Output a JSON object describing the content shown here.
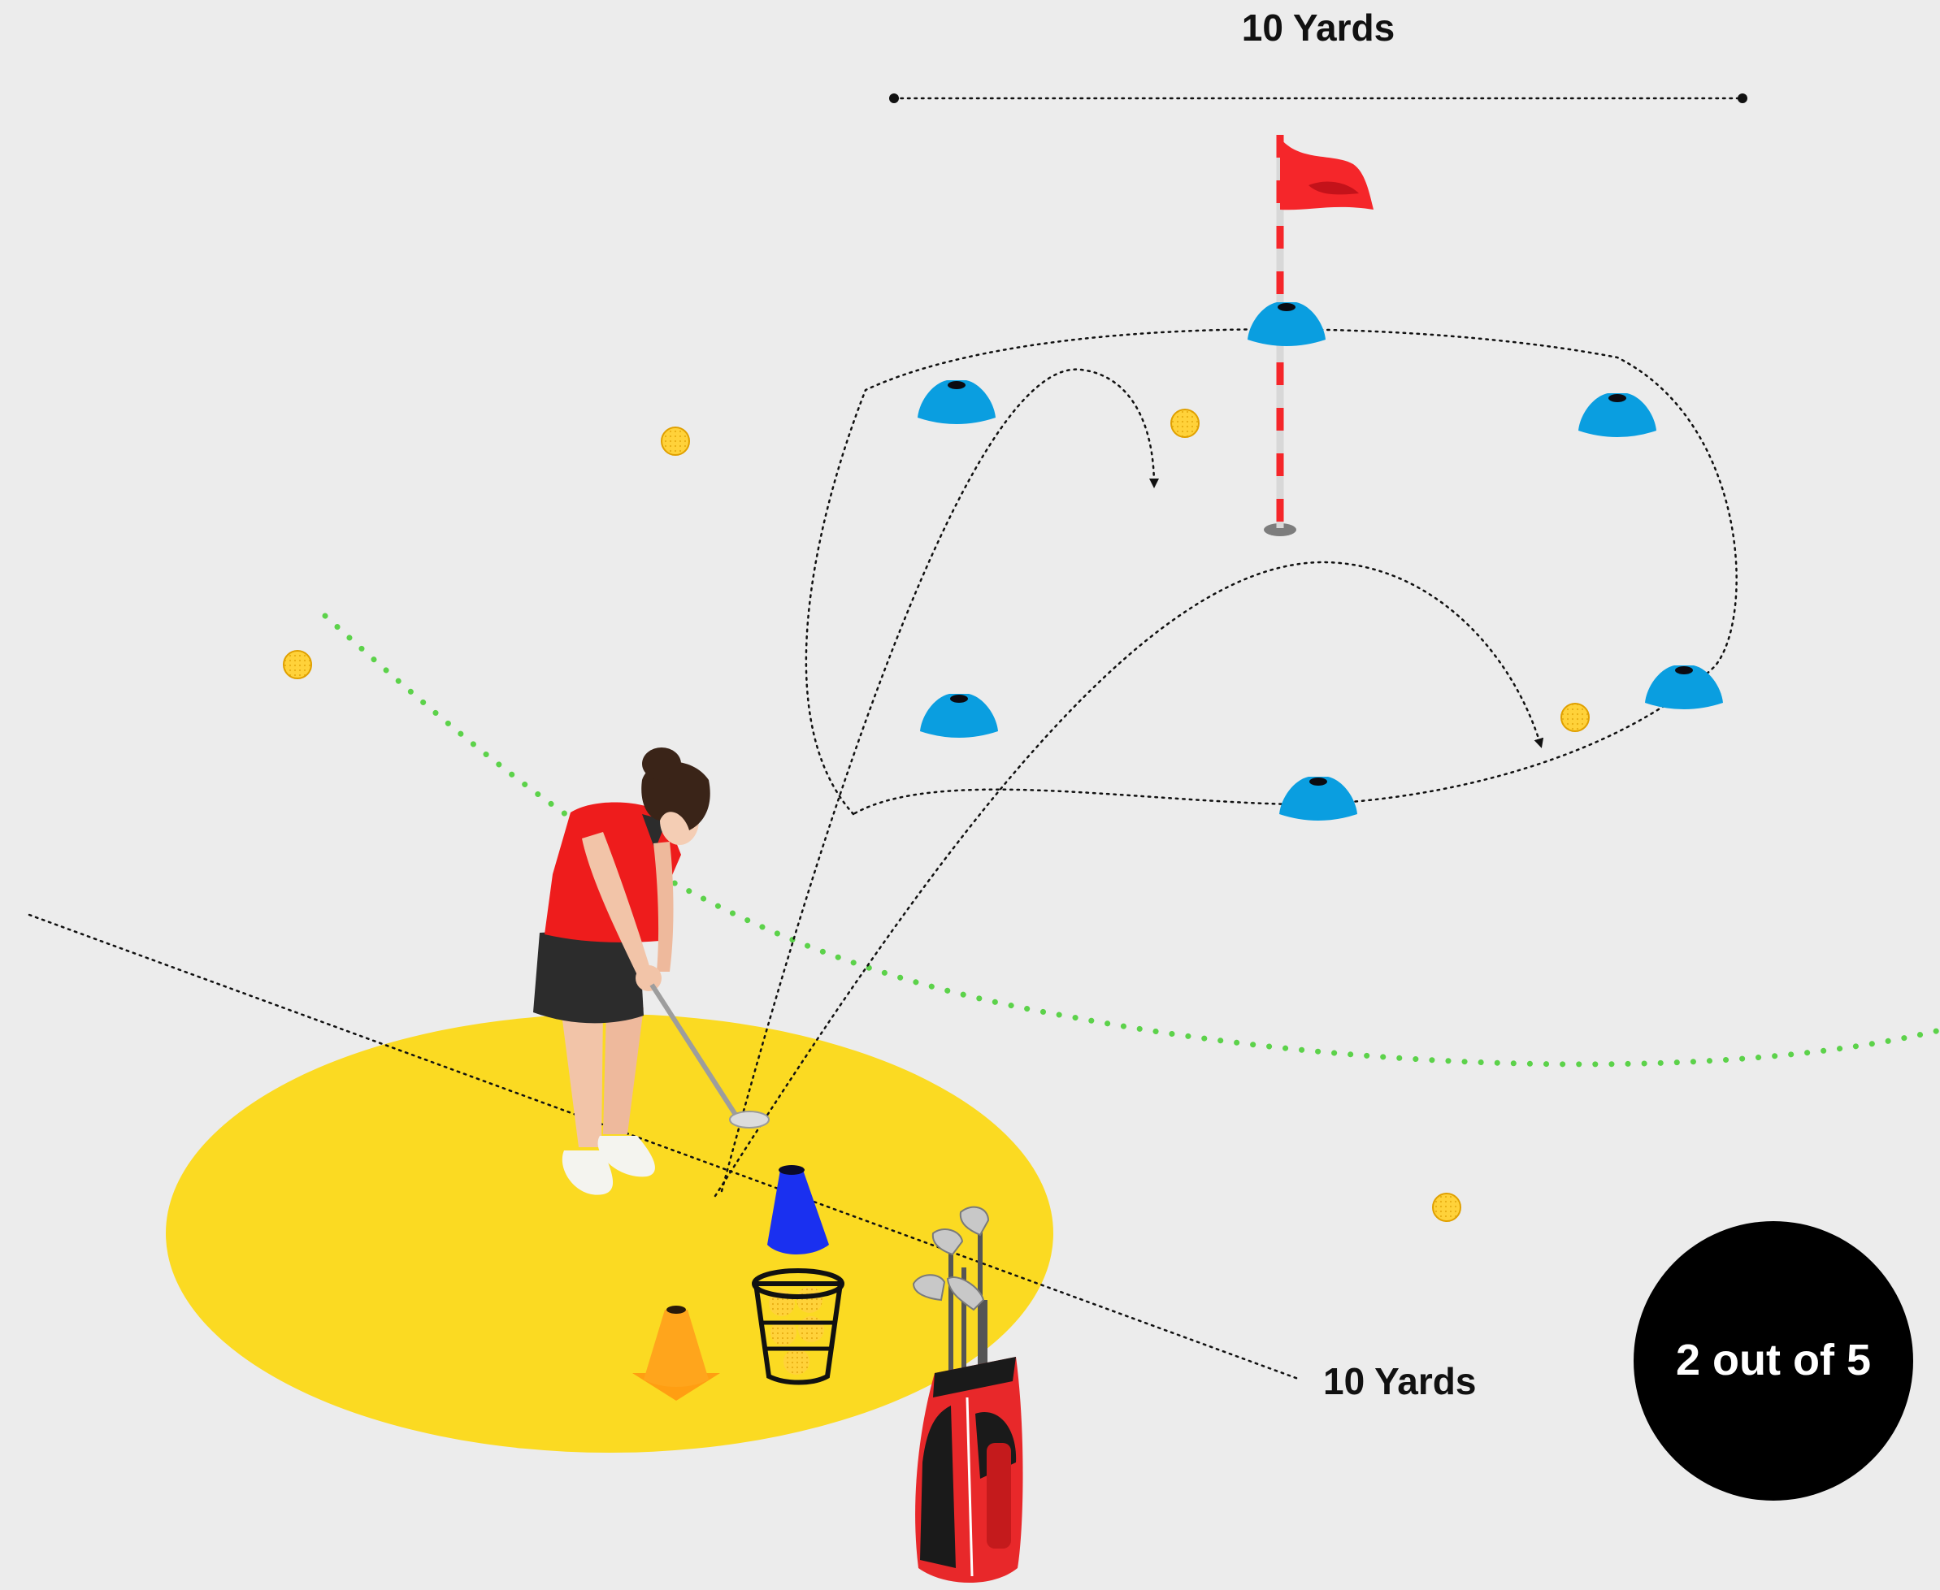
{
  "distance_top": "10 Yards",
  "distance_side": "10 Yards",
  "progress": {
    "label": "2 out of 5",
    "current": 2,
    "total": 5
  },
  "colors": {
    "background": "#ececec",
    "hitting_zone": "#fbda22",
    "target_cones": "#0a9ee0",
    "flag": "#f5262a",
    "marker_cone": "#1a30f0",
    "traffic_cone": "#ffa51c",
    "boundary_line": "#5cd24a",
    "progress_badge": "#000000"
  }
}
